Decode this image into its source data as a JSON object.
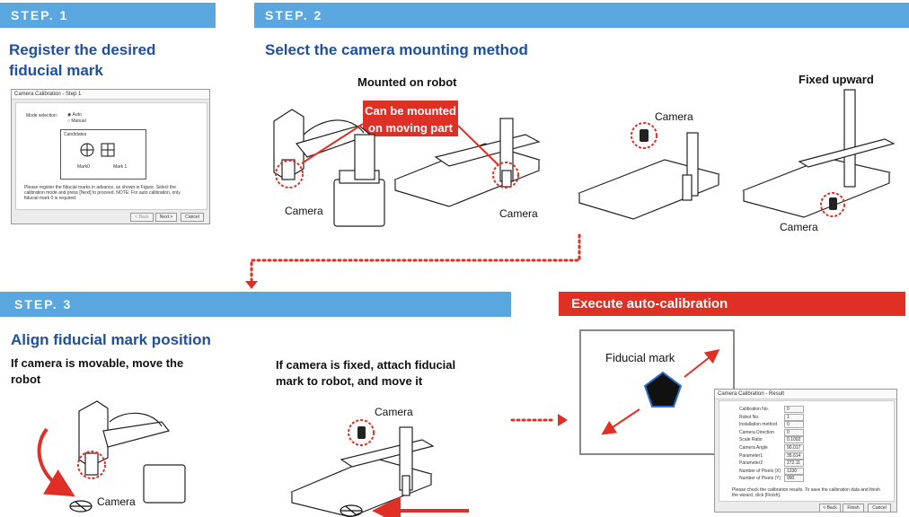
{
  "step1": {
    "bar": "STEP. 1",
    "heading_line1": "Register the desired",
    "heading_line2": "fiducial mark",
    "dialog": {
      "title": "Camera Calibration - Step 1",
      "mode_label": "Mode selection:",
      "option_auto": "Auto",
      "option_manual": "Manual",
      "group_label": "Candidates",
      "mark1": "Mark0",
      "mark2": "Mark 1",
      "note": "Please register the fiducial marks in advance, as shown in Figure. Select the calibration mode and press [Next] to proceed. NOTE: For auto calibration, only fiducial mark 0 is required.",
      "back": "< Back",
      "next": "Next >",
      "cancel": "Cancel"
    }
  },
  "step2": {
    "bar": "STEP. 2",
    "heading": "Select the camera mounting method",
    "mounted_on_robot": "Mounted on robot",
    "fixed_upward": "Fixed upward",
    "callout_line1": "Can be mounted",
    "callout_line2": "on moving part",
    "camera_label": "Camera"
  },
  "step3": {
    "bar": "STEP. 3",
    "heading": "Align fiducial mark position",
    "movable_line1": "If camera is movable, move the",
    "movable_line2": "robot",
    "fixed_line1": "If camera is fixed, attach fiducial",
    "fixed_line2": "mark to robot, and move it",
    "camera_label": "Camera"
  },
  "execute": {
    "bar": "Execute auto-calibration",
    "fiducial_mark": "Fiducial mark",
    "result_dialog": {
      "title": "Camera Calibration - Result",
      "fields": [
        {
          "label": "Calibration No.",
          "value": "0"
        },
        {
          "label": "Robot No.",
          "value": "1"
        },
        {
          "label": "Installation method",
          "value": "0"
        },
        {
          "label": "Camera Direction",
          "value": "0"
        },
        {
          "label": "Scale Ratio",
          "value": "0.1002"
        },
        {
          "label": "Camera Angle",
          "value": "90.017"
        },
        {
          "label": "Parameter1",
          "value": "35.614"
        },
        {
          "label": "Parameter2",
          "value": "272.11"
        },
        {
          "label": "Number of Pixels (X)",
          "value": "1330"
        },
        {
          "label": "Number of Pixels (Y)",
          "value": "990"
        }
      ],
      "note": "Please check the calibration results. To save the calibration data and finish the wizard, click [Finish].",
      "back": "< Back",
      "finish": "Finish",
      "cancel": "Cancel"
    }
  },
  "colors": {
    "step_bar": "#5aa6de",
    "heading_blue": "#1e4fa0",
    "accent_red": "#e03025"
  }
}
